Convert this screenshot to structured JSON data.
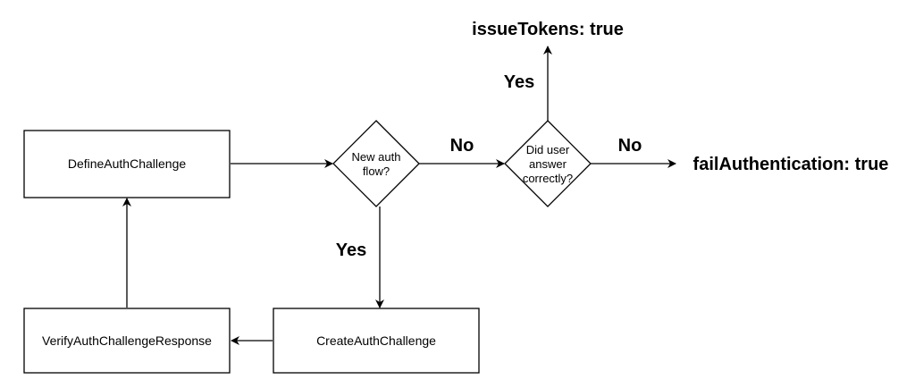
{
  "diagram": {
    "nodes": {
      "define": {
        "label": "DefineAuthChallenge"
      },
      "create": {
        "label": "CreateAuthChallenge"
      },
      "verify": {
        "label": "VerifyAuthChallengeResponse"
      },
      "new_flow": {
        "lines": [
          "New auth",
          "flow?"
        ]
      },
      "did_answer": {
        "lines": [
          "Did user",
          "answer",
          "correctly?"
        ]
      }
    },
    "terminals": {
      "issue_tokens": "issueTokens: true",
      "fail_auth": "failAuthentication: true"
    },
    "edges": {
      "new_flow_no": "No",
      "new_flow_yes": "Yes",
      "did_answer_no": "No",
      "did_answer_yes": "Yes"
    },
    "colors": {
      "stroke": "#000000",
      "fill": "#ffffff",
      "text": "#000000"
    }
  }
}
